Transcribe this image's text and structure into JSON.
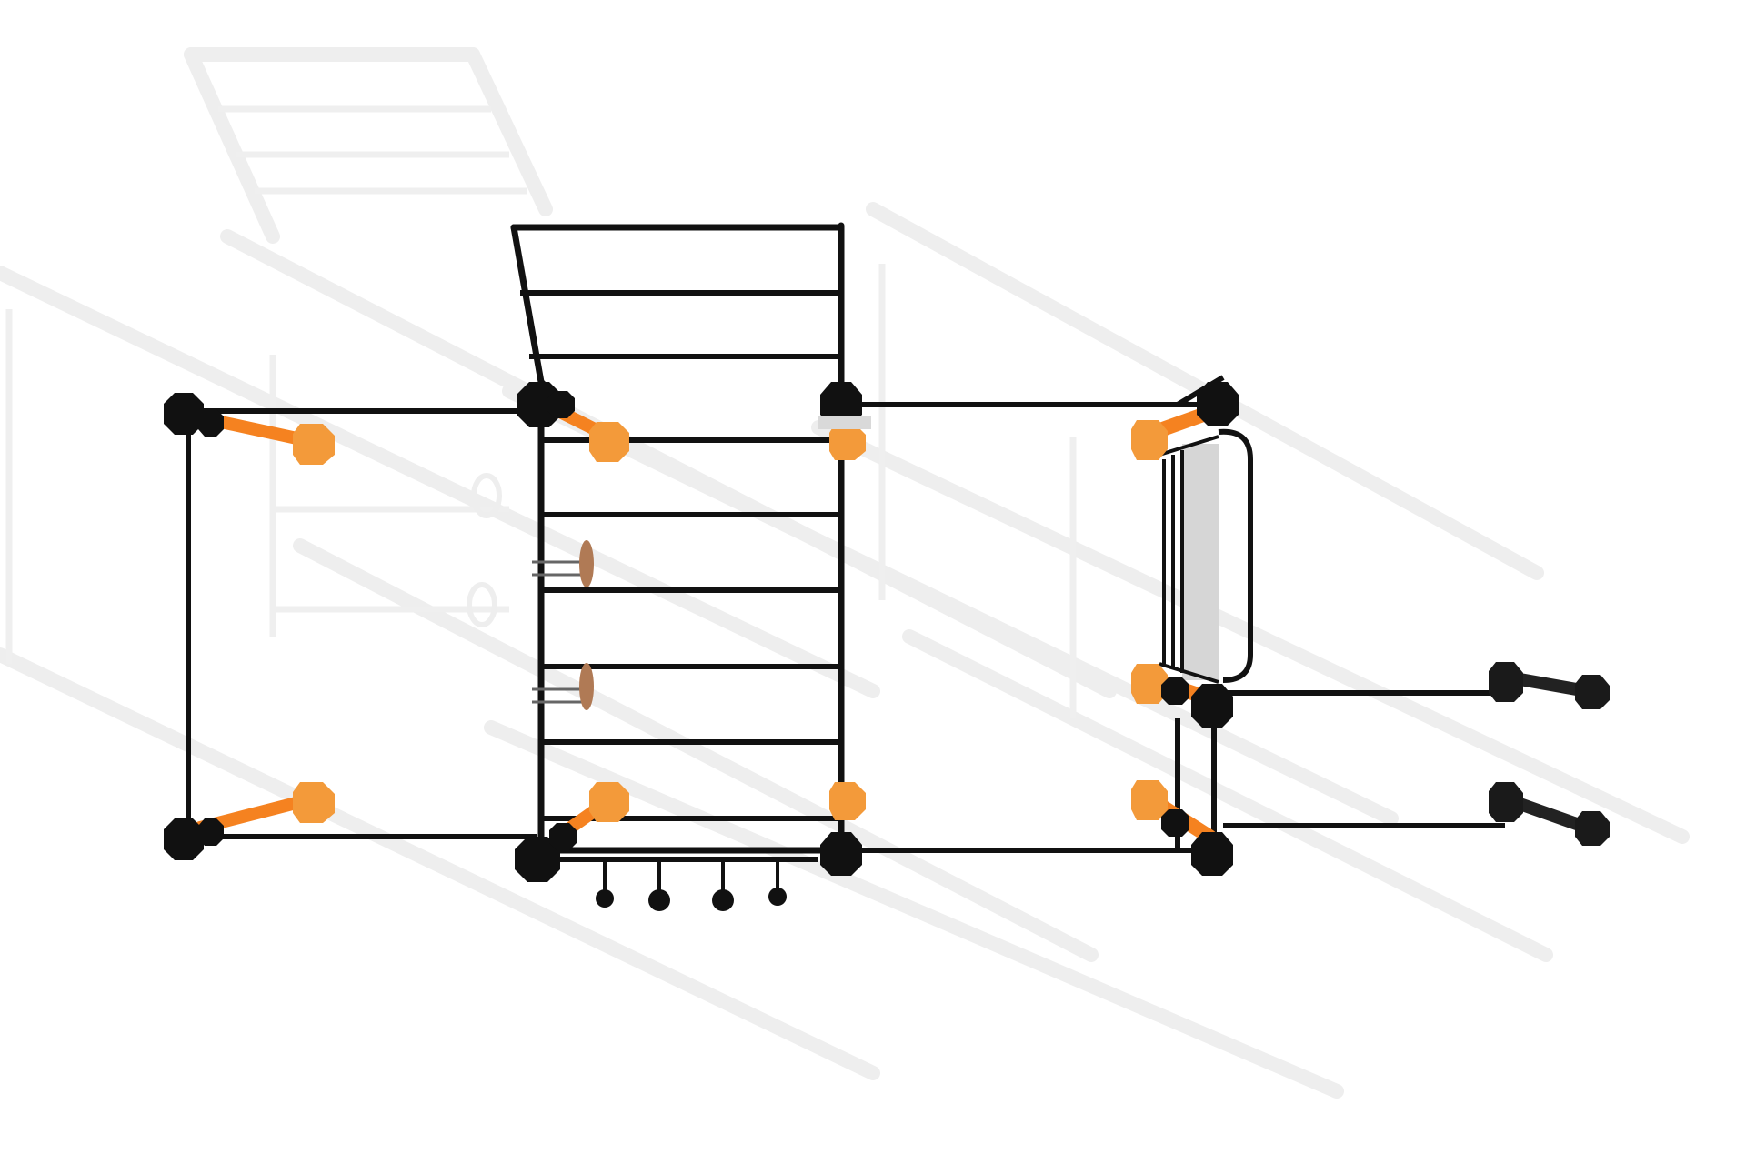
{
  "scene": {
    "subject": "outdoor-street-workout-structure-top-view",
    "background_color": "#ffffff",
    "colors": {
      "frame": "#111111",
      "frame_shadow": "#ededed",
      "post_accent": "#f58220",
      "bracket_accent": "#f39a3a",
      "wooden_disc": "#b07a55",
      "panel": "#d6d6d6"
    },
    "modules": [
      "left-rectangular-frame",
      "center-ladder-module",
      "upper-climbing-frame",
      "right-frame-with-panel",
      "right-extension-bars"
    ]
  }
}
